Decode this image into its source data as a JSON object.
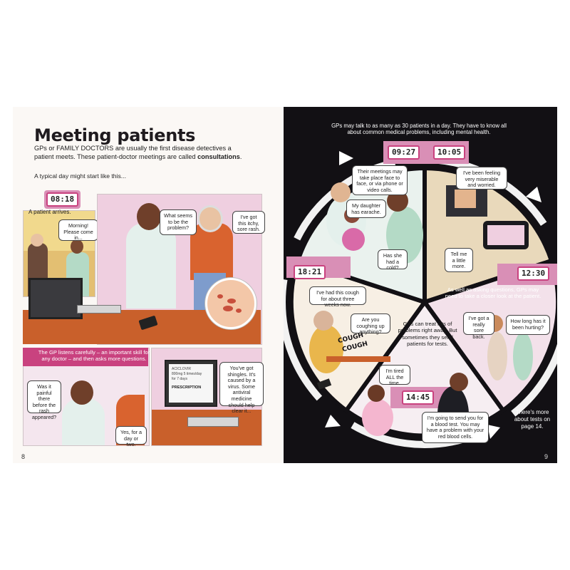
{
  "left_page": {
    "title": "Meeting patients",
    "intro_part1": "GPs or FAMILY DOCTORS are usually the first disease detectives a patient meets. These patient-doctor meetings are called ",
    "intro_bold": "consultations",
    "intro_end": ".",
    "lead": "A typical day might start like this...",
    "clock1": "08:18",
    "caption_arrives": "A patient arrives.",
    "bubble_morning": "Morning! Please come in...",
    "bubble_what_seems": "What seems to be the problem?",
    "bubble_itchy": "I've got this itchy, sore rash.",
    "caption_listens": "The GP listens carefully – an important skill for any doctor – and then asks more questions.",
    "bubble_painful": "Was it painful there before the rash appeared?",
    "bubble_yes": "Yes, for a day or two.",
    "bubble_shingles": "You've got shingles. It's caused by a virus. Some antiviral medicine should help clear it...",
    "screen_lines": [
      "ACICLOVIR",
      "800mg 5 times/day",
      "for 7 days",
      "PRESCRIPTION"
    ],
    "page_number": "8"
  },
  "right_page": {
    "intro": "GPs may talk to as many as 30 patients in a day. They have to know all about common medical problems, including mental health.",
    "clock_a": "09:27",
    "clock_b": "10:05",
    "clock_c": "12:30",
    "clock_d": "18:21",
    "clock_e": "14:45",
    "bubble_meetings": "Their meetings may take place face to face, or via phone or video calls.",
    "bubble_earache": "My daughter has earache.",
    "bubble_cold": "Has she had a cold?",
    "bubble_miserable": "I've been feeling very miserable and worried.",
    "bubble_tell": "Tell me a little more.",
    "caption_asking": "As well as asking questions, GPs may need to take a closer look at the patient.",
    "bubble_sore_back": "I've got a really sore back.",
    "bubble_how_long": "How long has it been hurting?",
    "bubble_cough": "I've had this cough for about three weeks now.",
    "bubble_coughing_up": "Are you coughing up anything?",
    "sfx_cough": "COUGH",
    "caption_center": "GPs can treat lots of problems right away. But sometimes they send patients for tests.",
    "bubble_tired": "I'm tired ALL the time.",
    "bubble_blood": "I'm going to send you for a blood test. You may have a problem with your red blood cells.",
    "note_more": "There's more about tests on page 14.",
    "page_number": "9"
  },
  "colors": {
    "pink": "#e7b8cf",
    "magenta": "#c9427f",
    "dark_page": "#121014",
    "cream": "#fbf8f5",
    "orange": "#e07a3a"
  }
}
